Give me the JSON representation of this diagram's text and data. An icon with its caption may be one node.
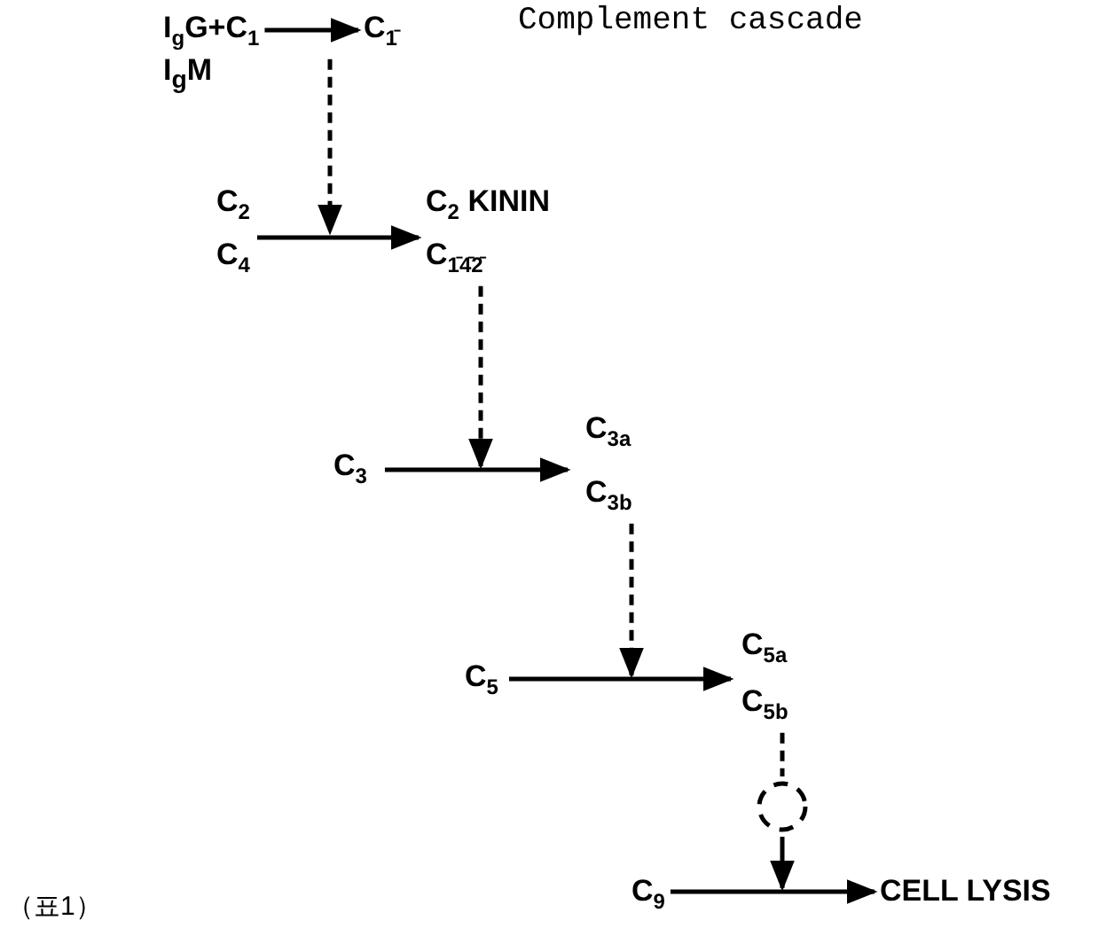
{
  "diagram": {
    "title": "Complement cascade",
    "nodes": [
      {
        "text": [
          "I$_{g}$G+C$_{1}$"
        ]
      },
      {
        "text": [
          "C$_{1̄}$"
        ]
      },
      {
        "text": [
          "C$_{2}$"
        ]
      },
      {
        "text": [
          "C$_{4}$"
        ]
      },
      {
        "text": [
          "C$_{2}$ KININ"
        ]
      },
      {
        "text": [
          "C$_{1̄4̄2̄}$"
        ]
      },
      {
        "text": [
          "C$_{3}$"
        ]
      },
      {
        "text": [
          "C$_{3a}$"
        ]
      },
      {
        "text": [
          "C$_{3b}$"
        ]
      },
      {
        "text": [
          "C$_{5}$"
        ]
      },
      {
        "text": [
          "C$_{5a}$"
        ]
      },
      {
        "text": [
          "C$_{5b}$"
        ]
      },
      {
        "text": [],
        "shape": "circle"
      },
      {
        "text": [
          "C$_{9}$"
        ]
      },
      {
        "text": [
          "CELL LYSIS"
        ]
      }
    ],
    "edges": [
      {
        "from": 0,
        "to": 1,
        "arrow": "to"
      },
      {
        "from": 1,
        "to": null,
        "arrow": "to",
        "style": "dashed"
      },
      {
        "from": 2,
        "to": 4,
        "arrow": "to"
      },
      {
        "from": 2,
        "to": 5,
        "arrow": "to"
      },
      {
        "from": 3,
        "to": 4,
        "arrow": "to"
      },
      {
        "from": 3,
        "to": 5,
        "arrow": "to"
      },
      {
        "from": 5,
        "to": null,
        "arrow": "to",
        "style": "dashed"
      },
      {
        "from": 6,
        "to": 7,
        "arrow": "to"
      },
      {
        "from": 6,
        "to": 8,
        "arrow": "to"
      },
      {
        "from": 8,
        "to": null,
        "arrow": "to",
        "style": "dashed"
      },
      {
        "from": 9,
        "to": 10,
        "arrow": "to"
      },
      {
        "from": 9,
        "to": 11,
        "arrow": "to"
      },
      {
        "from": 11,
        "to": 12,
        "arrow": "none",
        "style": "dashed"
      },
      {
        "from": 12,
        "to": null,
        "arrow": "to"
      },
      {
        "from": 13,
        "to": 14,
        "arrow": "to"
      }
    ],
    "labels": [
      "I$_{g}$M",
      "（표1）"
    ]
  }
}
